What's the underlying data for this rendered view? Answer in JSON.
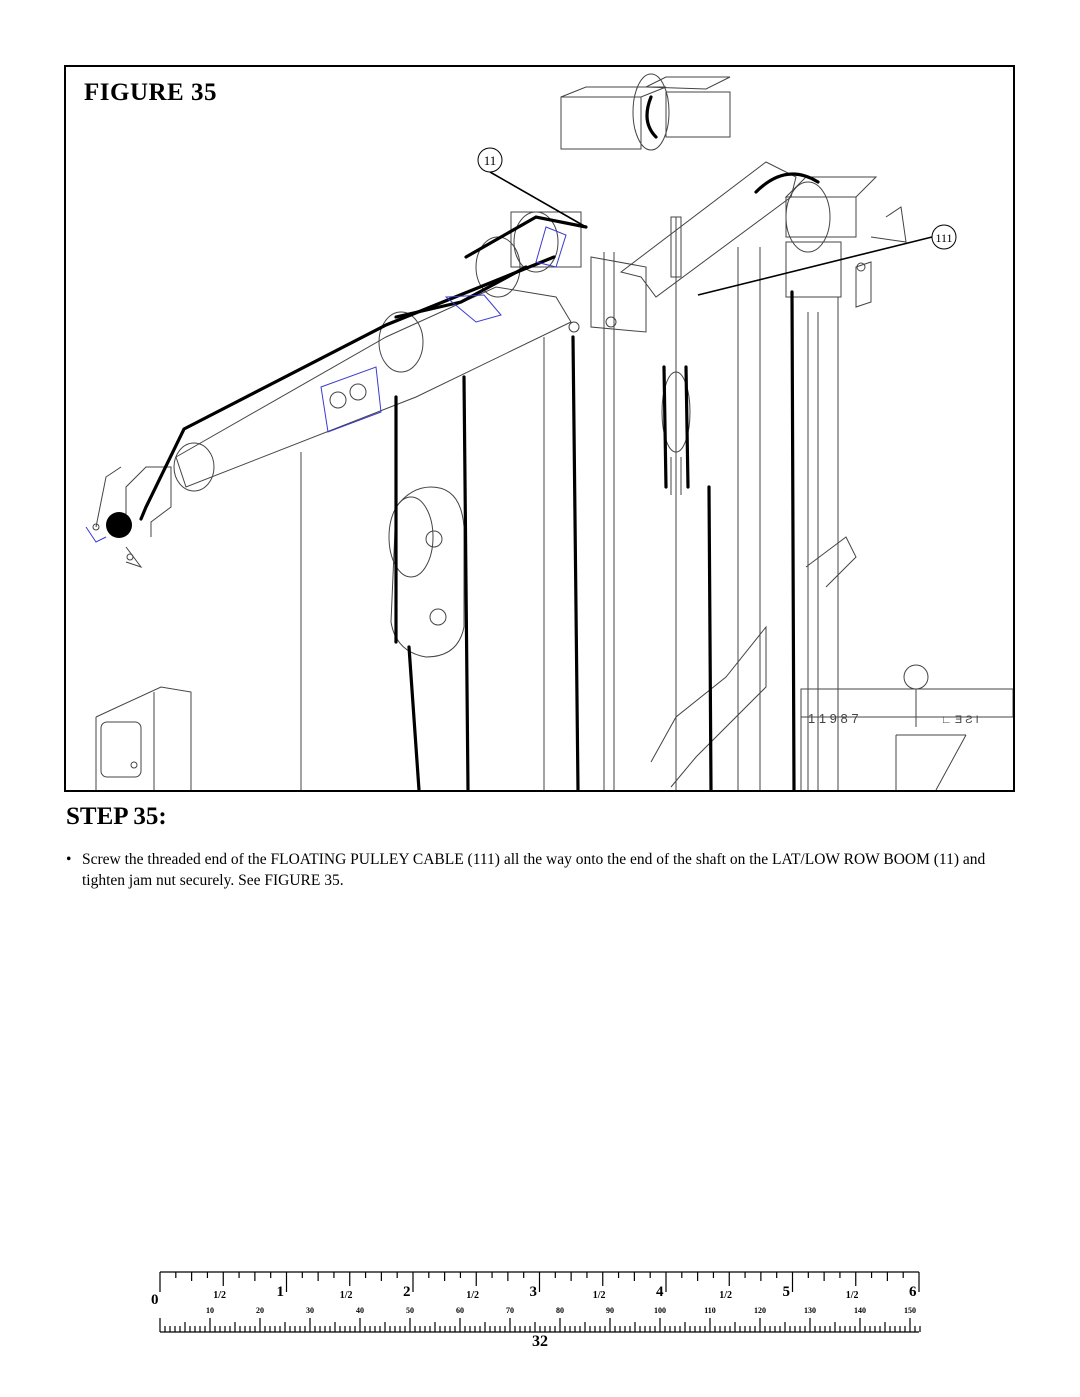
{
  "figure": {
    "title": "FIGURE 35",
    "callouts": [
      {
        "label": "11"
      },
      {
        "label": "111"
      }
    ]
  },
  "step": {
    "heading": "STEP 35:",
    "bullet_symbol": "•",
    "instruction": "Screw the threaded end of the FLOATING PULLEY CABLE (111) all the way onto the end of the shaft on the LAT/LOW ROW BOOM (11) and tighten jam nut securely. See FIGURE 35."
  },
  "ruler": {
    "inch_labels": [
      "0",
      "1",
      "2",
      "3",
      "4",
      "5",
      "6"
    ],
    "half_label": "1/2",
    "mm_labels": [
      "10",
      "20",
      "30",
      "40",
      "50",
      "60",
      "70",
      "80",
      "90",
      "100",
      "110",
      "120",
      "130",
      "140",
      "150"
    ]
  },
  "page_number": "32",
  "colors": {
    "ink": "#000000",
    "line_art": "#444444",
    "highlight": "#3a3ad0"
  }
}
